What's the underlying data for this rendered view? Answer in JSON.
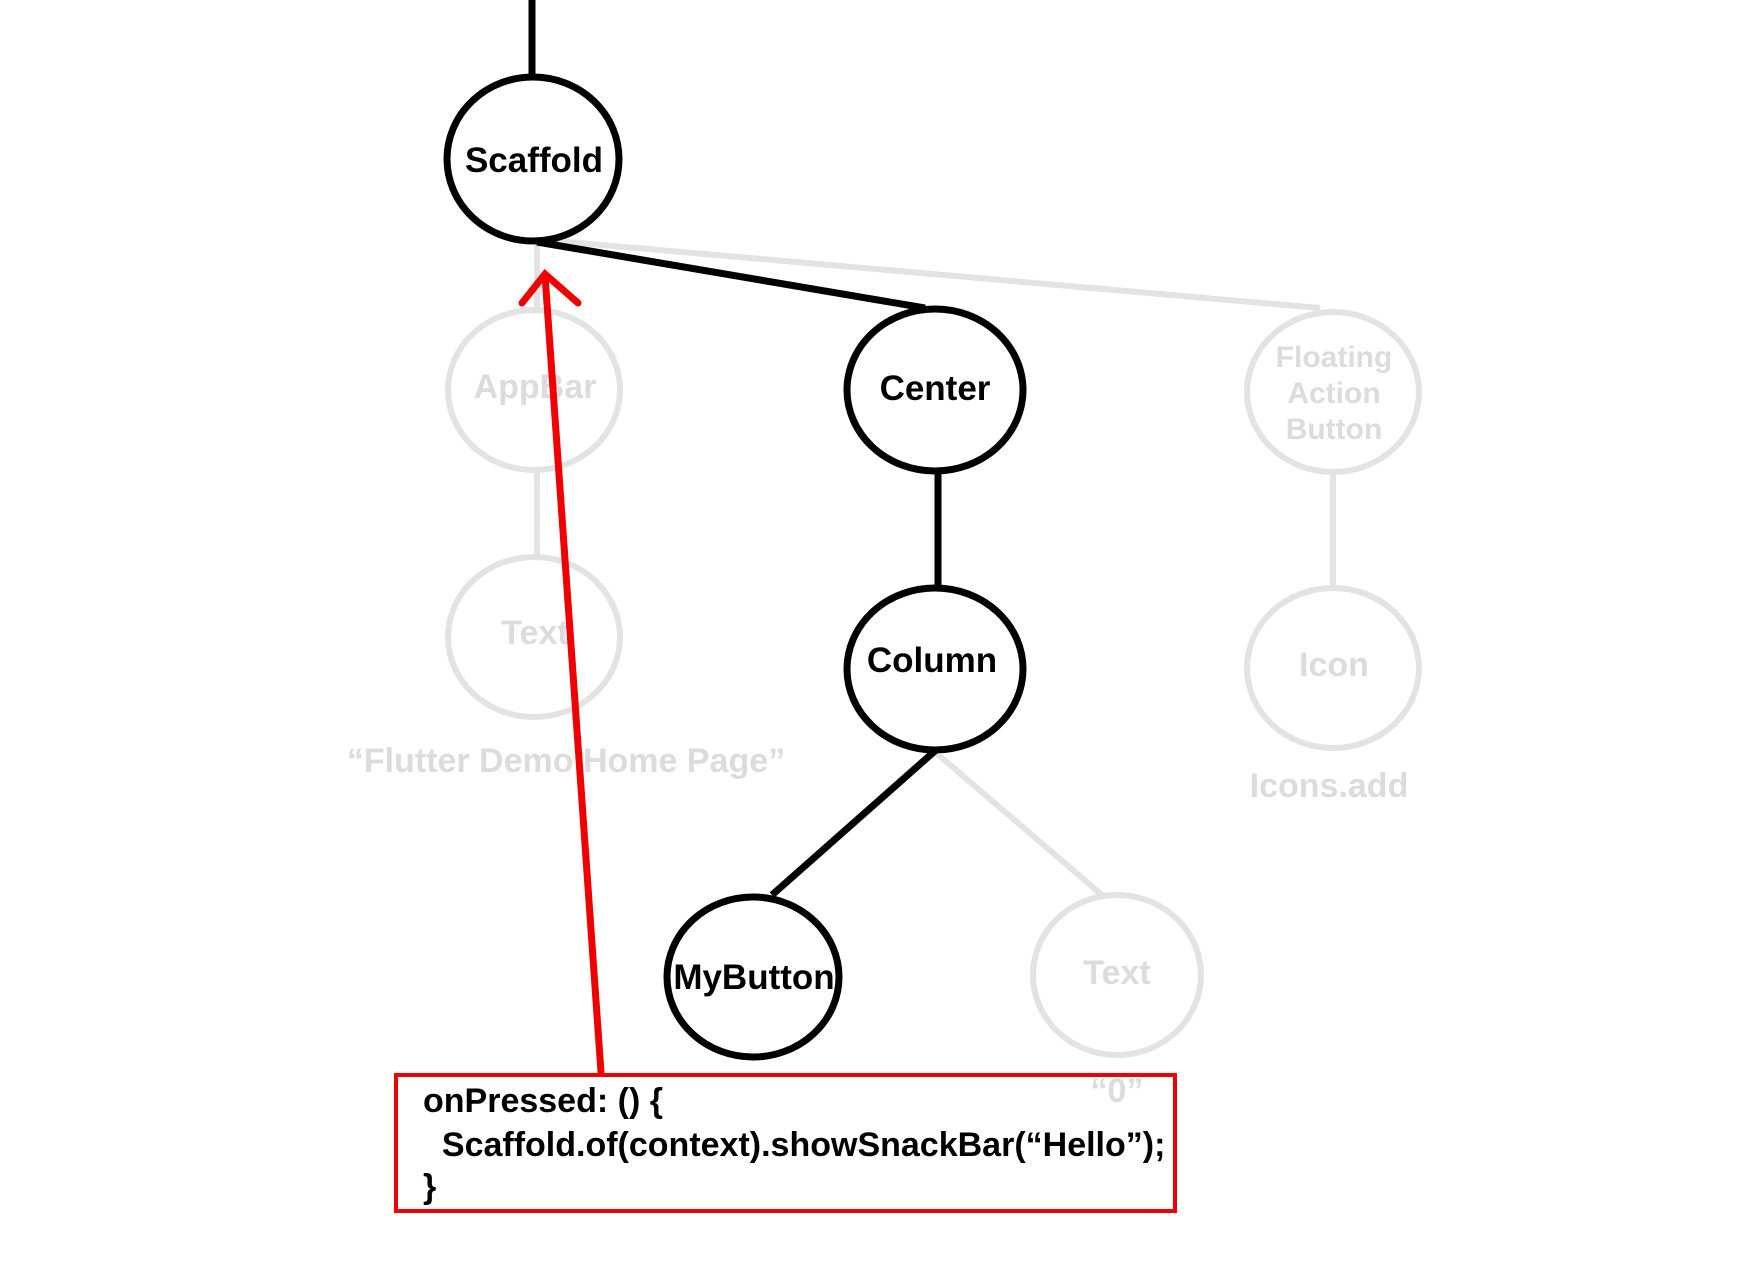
{
  "colors": {
    "active": "#000000",
    "inactive": "#e3e3e3",
    "inactive_text": "#dcdcdc",
    "highlight": "#f00000"
  },
  "nodes": {
    "scaffold": "Scaffold",
    "appbar": "AppBar",
    "center": "Center",
    "fab_line1": "Floating",
    "fab_line2": "Action",
    "fab_line3": "Button",
    "appbar_text": "Text",
    "column": "Column",
    "icon": "Icon",
    "mybutton": "MyButton",
    "column_text": "Text"
  },
  "values": {
    "appbar_text_value": "“Flutter Demo Home Page”",
    "icon_value": "Icons.add",
    "column_text_value": "“0”"
  },
  "code": {
    "line1": "onPressed: () {",
    "line2": "  Scaffold.of(context).showSnackBar(“Hello”);",
    "line3": "}"
  }
}
